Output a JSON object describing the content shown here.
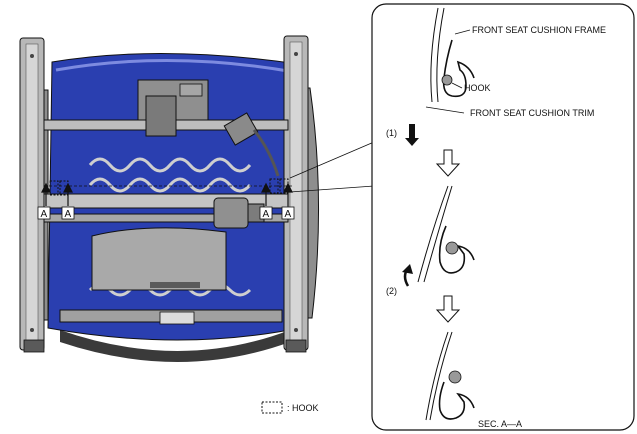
{
  "labels": {
    "frame": "FRONT SEAT CUSHION FRAME",
    "hook": "HOOK",
    "trim": "FRONT SEAT CUSHION TRIM",
    "step1": "(1)",
    "step2": "(2)",
    "section": "SEC. A—A",
    "legend_hook": ": HOOK",
    "section_mark": "A"
  },
  "colors": {
    "seat_blue": "#2a3fb0",
    "frame_gray": "#b8b8b8",
    "dark_gray": "#4a4a4a",
    "outline": "#111111"
  },
  "icons": {
    "down_arrow": "solid-down-arrow-icon",
    "curved_arrow": "curved-arrow-icon",
    "step_arrow": "outline-down-arrow-icon",
    "legend": "dashed-box-icon"
  }
}
